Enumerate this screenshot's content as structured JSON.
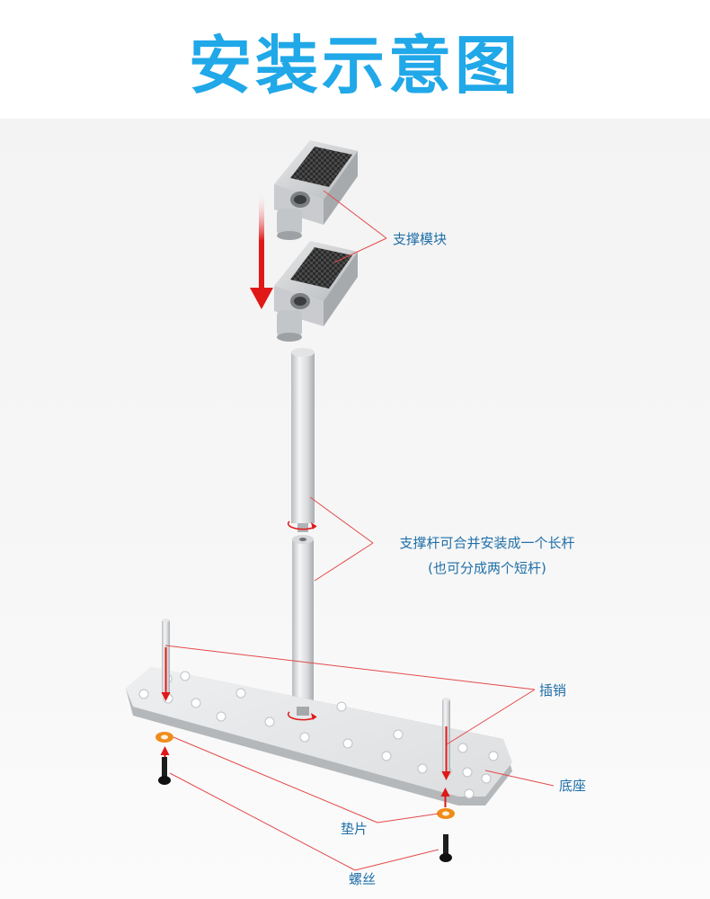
{
  "title": "安装示意图",
  "colors": {
    "title": "#20a8e8",
    "label": "#1f6fa8",
    "leader_line": "#e44a4a",
    "arrow": "#e01818",
    "metal": "#d9dbdd",
    "carbon": "#2b2b2b",
    "washer": "#f08c1a",
    "screw": "#1a1a1a"
  },
  "labels": {
    "support_module": "支撑模块",
    "rod_line1": "支撑杆可合并安装成一个长杆",
    "rod_line2": "(也可分成两个短杆)",
    "pin": "插销",
    "base": "底座",
    "washer": "垫片",
    "screw": "螺丝"
  },
  "icons": {
    "down_arrow": "arrow-down-icon",
    "rotate": "rotate-icon"
  }
}
